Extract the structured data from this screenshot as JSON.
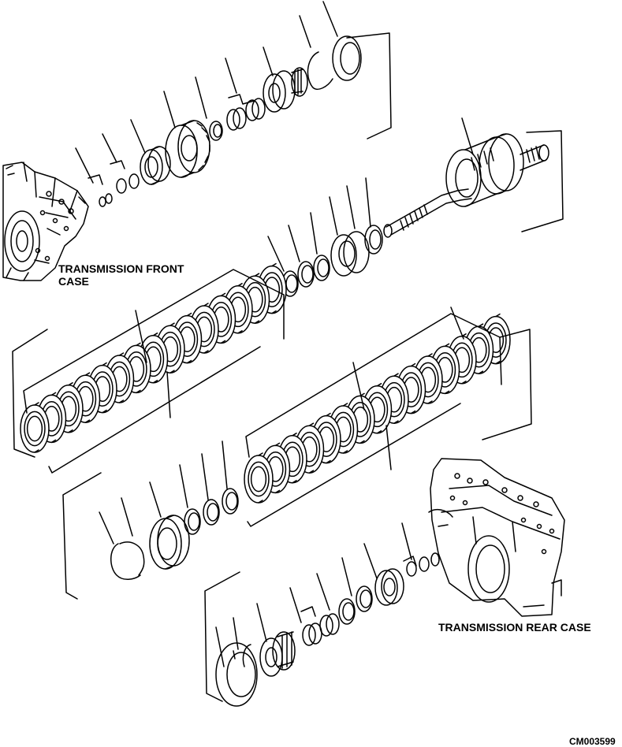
{
  "labels": {
    "front_case_line1": "TRANSMISSION FRONT",
    "front_case_line2": "CASE",
    "rear_case": "TRANSMISSION REAR CASE",
    "drawing_code": "CM003599"
  }
}
